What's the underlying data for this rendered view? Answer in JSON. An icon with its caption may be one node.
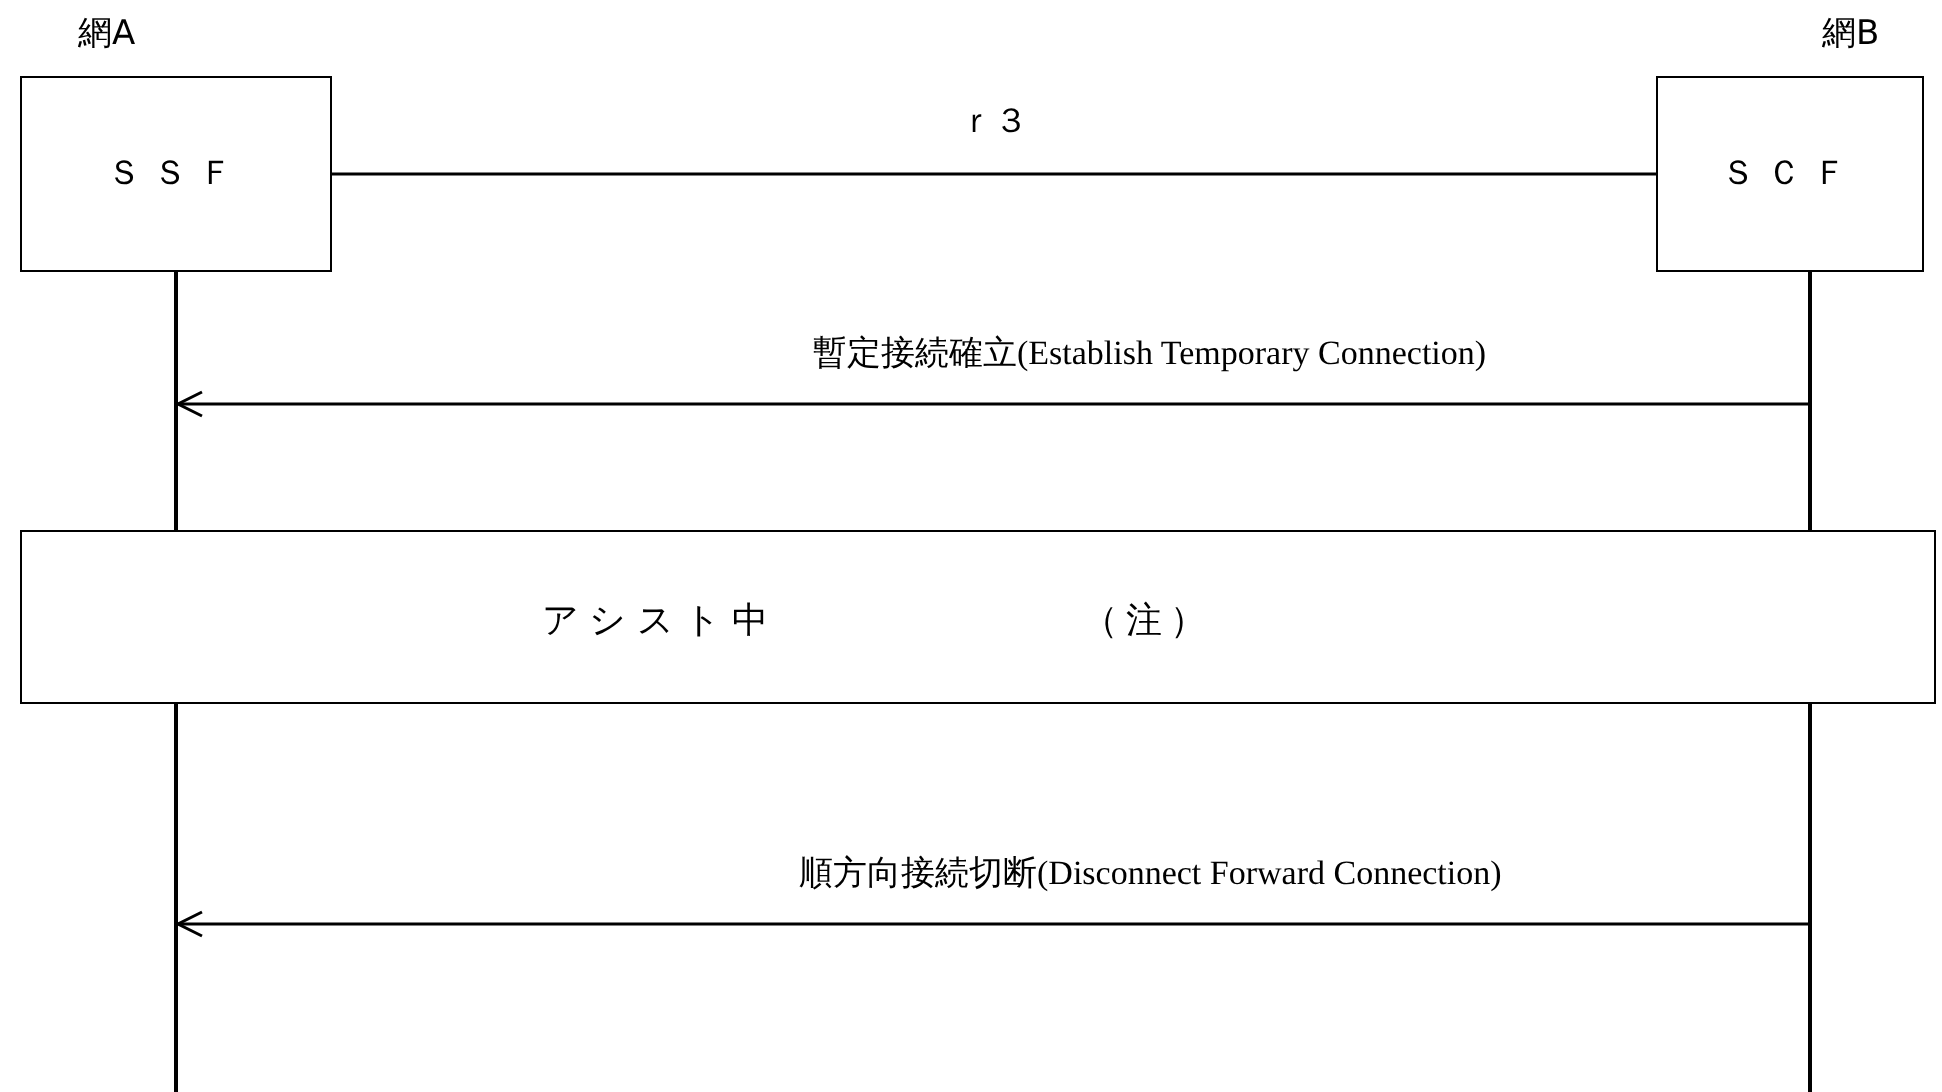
{
  "diagram": {
    "nodes": [
      {
        "text": [
          "網A",
          "ＳＳＦ"
        ]
      },
      {
        "text": [
          "網B",
          "ＳＣＦ"
        ]
      },
      {
        "text": [
          "ア シ ス ト 中",
          "（注）"
        ]
      },
      {
        "text": [],
        "shape": "line"
      },
      {
        "text": [],
        "shape": "line"
      },
      {
        "text": [],
        "shape": "line"
      },
      {
        "text": [],
        "shape": "line"
      }
    ],
    "edges": [
      {
        "from": 0,
        "to": 1,
        "arrow": "none",
        "label": "ｒ３"
      },
      {
        "from": 4,
        "to": 3,
        "arrow": "to",
        "label": "暫定接続確立(Establish Temporary Connection)"
      },
      {
        "from": 6,
        "to": 5,
        "arrow": "to",
        "label": "順方向接続切断(Disconnect Forward Connection)"
      }
    ]
  }
}
